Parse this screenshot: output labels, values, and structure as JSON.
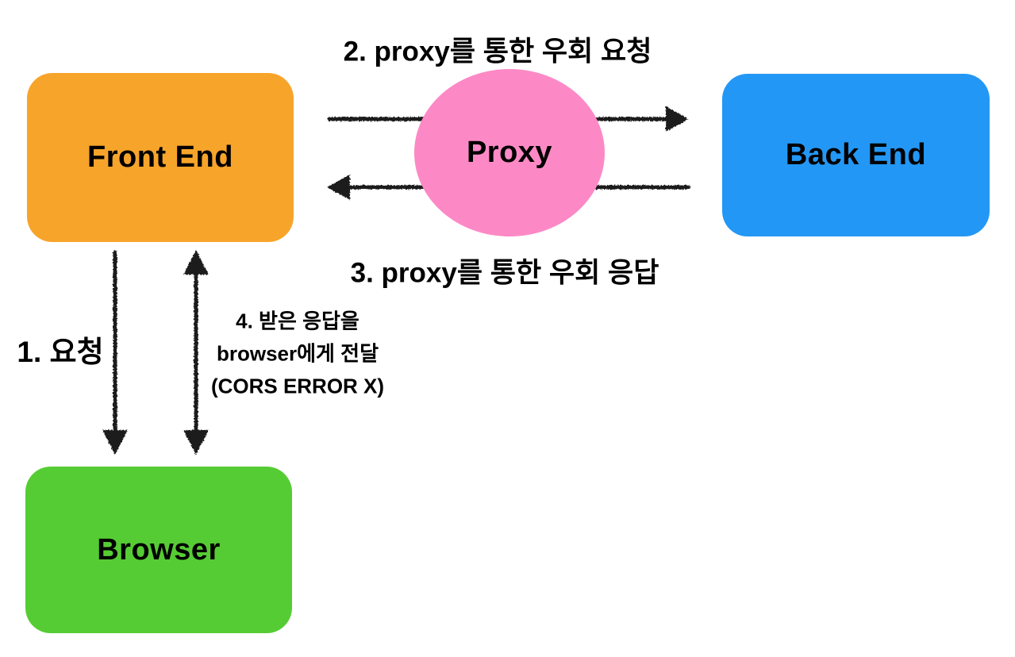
{
  "colors": {
    "background": "#FFFFFF",
    "text": "#000000",
    "arrow": "#1A1A1A",
    "front-end": "#F7A42A",
    "back-end": "#2397F5",
    "browser": "#56CC34",
    "proxy": "#FC89C5"
  },
  "nodes": {
    "front_end": {
      "label": "Front End",
      "shape": "rounded-rect",
      "color": "#F7A42A"
    },
    "proxy": {
      "label": "Proxy",
      "shape": "ellipse",
      "color": "#FC89C5"
    },
    "back_end": {
      "label": "Back End",
      "shape": "rounded-rect",
      "color": "#2397F5"
    },
    "browser": {
      "label": "Browser",
      "shape": "rounded-rect",
      "color": "#56CC34"
    }
  },
  "edges": {
    "e1": {
      "label": "1. 요청",
      "arrow": "down",
      "between": [
        "Front End",
        "Browser"
      ]
    },
    "e2": {
      "label": "2. proxy를 통한 우회 요청",
      "arrow": "right",
      "between": [
        "Front End",
        "Back End"
      ],
      "via": "Proxy"
    },
    "e3": {
      "label": "3. proxy를 통한 우회 응답",
      "arrow": "left",
      "between": [
        "Back End",
        "Front End"
      ],
      "via": "Proxy"
    },
    "e4": {
      "lines": [
        "4. 받은 응답을",
        "browser에게 전달",
        "(CORS ERROR X)"
      ],
      "arrow": "up-down",
      "between": [
        "Front End",
        "Browser"
      ]
    }
  }
}
